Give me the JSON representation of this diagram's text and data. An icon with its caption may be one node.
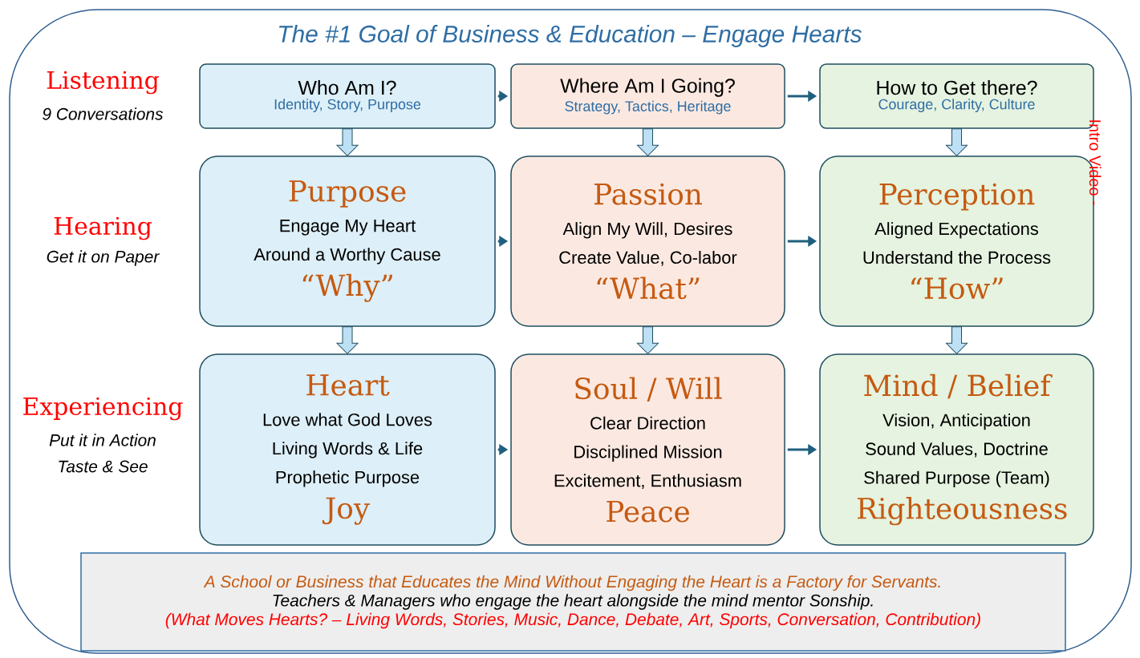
{
  "diagram": {
    "title": "The #1 Goal of Business & Education – Engage Hearts",
    "nodes": [
      {
        "text": [
          "Who Am I?",
          "Identity, Story, Purpose"
        ]
      },
      {
        "text": [
          "Where Am I Going?",
          "Strategy, Tactics, Heritage"
        ]
      },
      {
        "text": [
          "How to Get there?",
          "Courage, Clarity, Culture"
        ]
      },
      {
        "text": [
          "Purpose",
          "Engage My Heart Around a Worthy Cause",
          "“Why”"
        ]
      },
      {
        "text": [
          "Passion",
          "Align My Will, Desires Create Value, Co-labor",
          "“What”"
        ]
      },
      {
        "text": [
          "Perception",
          "Aligned Expectations Understand the Process",
          "“How”"
        ]
      },
      {
        "text": [
          "Heart",
          "Love what God Loves Living Words & Life Prophetic Purpose",
          "Joy"
        ]
      },
      {
        "text": [
          "Soul / Will",
          "Clear Direction Disciplined Mission Excitement, Enthusiasm",
          "Peace"
        ]
      },
      {
        "text": [
          "Mind / Belief",
          "Vision, Anticipation Sound Values, Doctrine Shared Purpose (Team)",
          "Righteousness"
        ]
      },
      {
        "text": [
          "A School or Business that Educates the Mind Without Engaging the Heart is a Factory for Servants.",
          "Teachers & Managers who engage the heart alongside the mind mentor Sonship.",
          "(What Moves Hearts? – Living Words, Stories, Music, Dance, Debate, Art, Sports, Conversation, Contribution)"
        ]
      }
    ],
    "edges": [
      {
        "from": 0,
        "to": 1,
        "arrow": "to"
      },
      {
        "from": 1,
        "to": 2,
        "arrow": "to"
      },
      {
        "from": 0,
        "to": 3,
        "arrow": "to",
        "style": "thick"
      },
      {
        "from": 1,
        "to": 4,
        "arrow": "to",
        "style": "thick"
      },
      {
        "from": 2,
        "to": 5,
        "arrow": "to",
        "style": "thick"
      },
      {
        "from": 3,
        "to": 4,
        "arrow": "to"
      },
      {
        "from": 4,
        "to": 5,
        "arrow": "to"
      },
      {
        "from": 3,
        "to": 6,
        "arrow": "to",
        "style": "thick"
      },
      {
        "from": 4,
        "to": 7,
        "arrow": "to",
        "style": "thick"
      },
      {
        "from": 5,
        "to": 8,
        "arrow": "to",
        "style": "thick"
      },
      {
        "from": 6,
        "to": 7,
        "arrow": "to"
      },
      {
        "from": 7,
        "to": 8,
        "arrow": "to"
      }
    ],
    "labels": [
      "Listening",
      "9 Conversations",
      "Hearing",
      "Get it on Paper",
      "Experiencing",
      "Put it in Action",
      "Taste & See",
      "Intro Video -"
    ]
  }
}
